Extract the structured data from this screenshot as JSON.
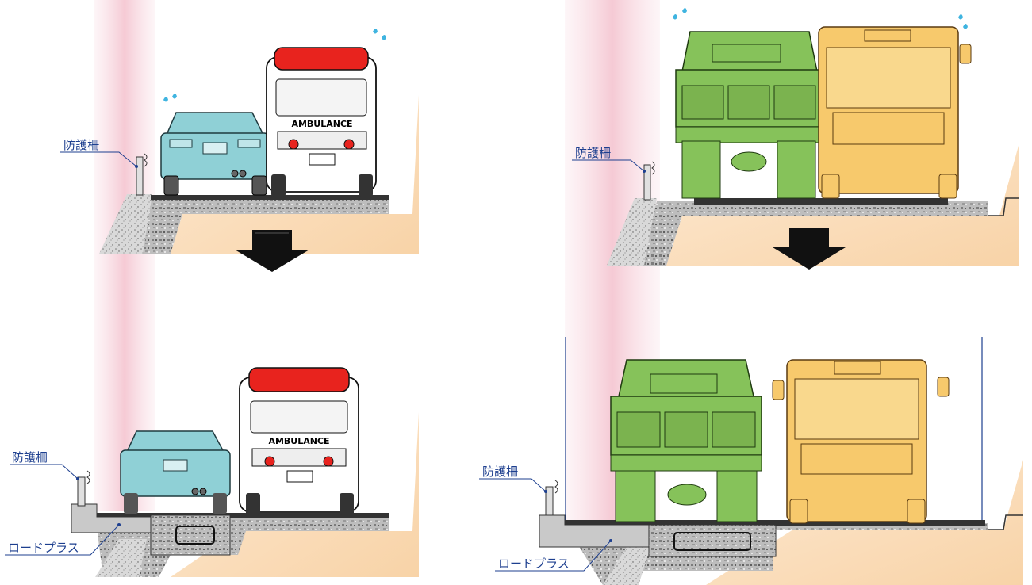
{
  "labels": {
    "guardrail": "防護柵",
    "roadplus": "ロードプラス",
    "ambulance": "AMBULANCE"
  },
  "colors": {
    "guard_zone": "#f2b8c6",
    "sedan": "#8fd0d6",
    "ambulance_light": "#e8231e",
    "green_truck": "#86c25a",
    "yellow_truck": "#f7c96c",
    "ground": "#fbe3c6",
    "label_line": "#1d3f8f",
    "arrow": "#111111"
  },
  "icons": {
    "down_arrow": "down-arrow-icon",
    "sweat": "sweat-drop-icon"
  }
}
